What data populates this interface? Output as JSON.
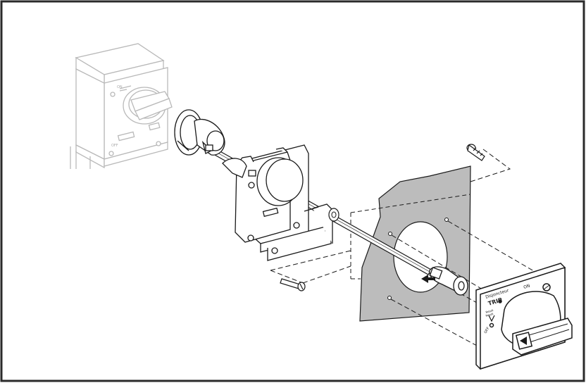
{
  "figure": {
    "frame_color": "#2a2a2a",
    "panel_color": "#bcbcbc",
    "ghost_color": "#b9b9b9",
    "line_color": "#1a1a1a"
  },
  "breaker_labels": {
    "on": "ON",
    "off": "OFF"
  },
  "handle_labels": {
    "brand": "Disjoncteur",
    "trip": "TRIP",
    "on": "ON",
    "reset_line1": "Reset",
    "reset_line2": "Reset",
    "off": "OFF"
  },
  "icons": [
    "circuit-breaker-icon",
    "shaft-icon",
    "bracket-icon",
    "screw-icon",
    "door-panel-icon",
    "rotary-handle-icon"
  ]
}
